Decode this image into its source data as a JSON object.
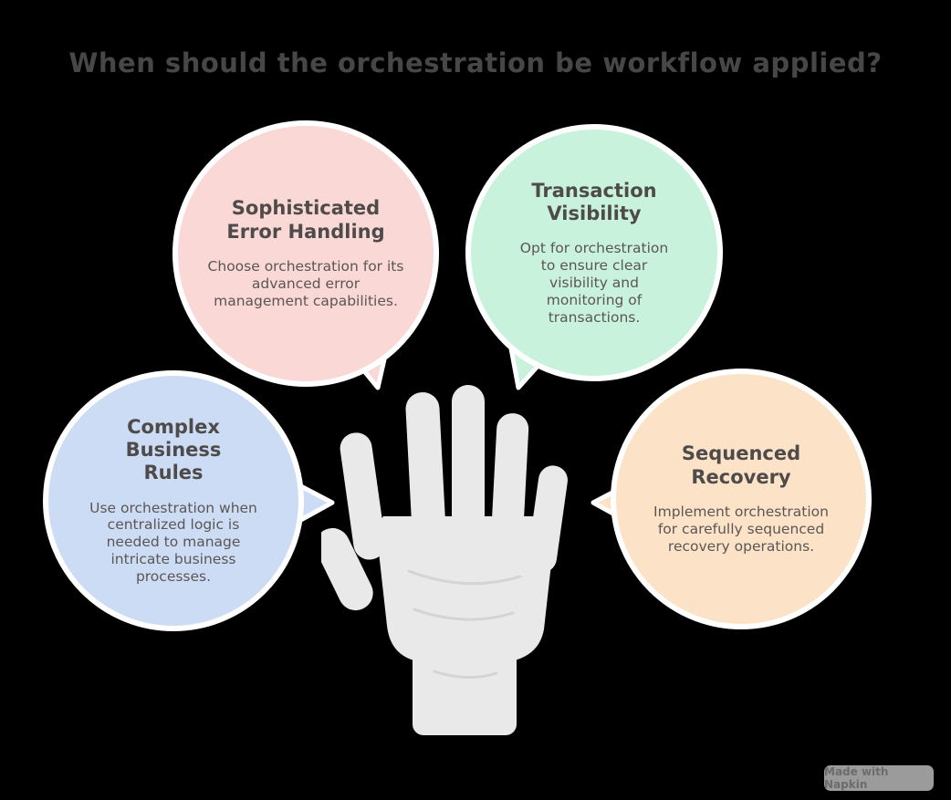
{
  "title": "When should the orchestration be workflow applied?",
  "title_color": "#474747",
  "background_color": "#000000",
  "bubble_outline_color": "#ffffff",
  "heading_color": "#4f4b4a",
  "body_color": "#5b5654",
  "bubbles": [
    {
      "id": "sophisticated-error-handling",
      "heading": "Sophisticated Error Handling",
      "body": "Choose orchestration for its advanced error management capabilities.",
      "color": "#f9d8d6"
    },
    {
      "id": "transaction-visibility",
      "heading": "Transaction Visibility",
      "body": "Opt for orchestration to ensure clear visibility and monitoring of transactions.",
      "color": "#c9f2dd"
    },
    {
      "id": "complex-business-rules",
      "heading": "Complex Business Rules",
      "body": "Use orchestration when centralized logic is needed to manage intricate business processes.",
      "color": "#cddcf5"
    },
    {
      "id": "sequenced-recovery",
      "heading": "Sequenced Recovery",
      "body": "Implement orchestration for carefully sequenced recovery operations.",
      "color": "#fce3c8"
    }
  ],
  "hand": {
    "name": "open-hand-illustration",
    "color": "#e9e9e9",
    "crease_color": "#d4d4d4"
  },
  "watermark": {
    "label": "Made with Napkin",
    "bg_color": "#9b9b9b",
    "text_color": "#6c6c6c"
  }
}
